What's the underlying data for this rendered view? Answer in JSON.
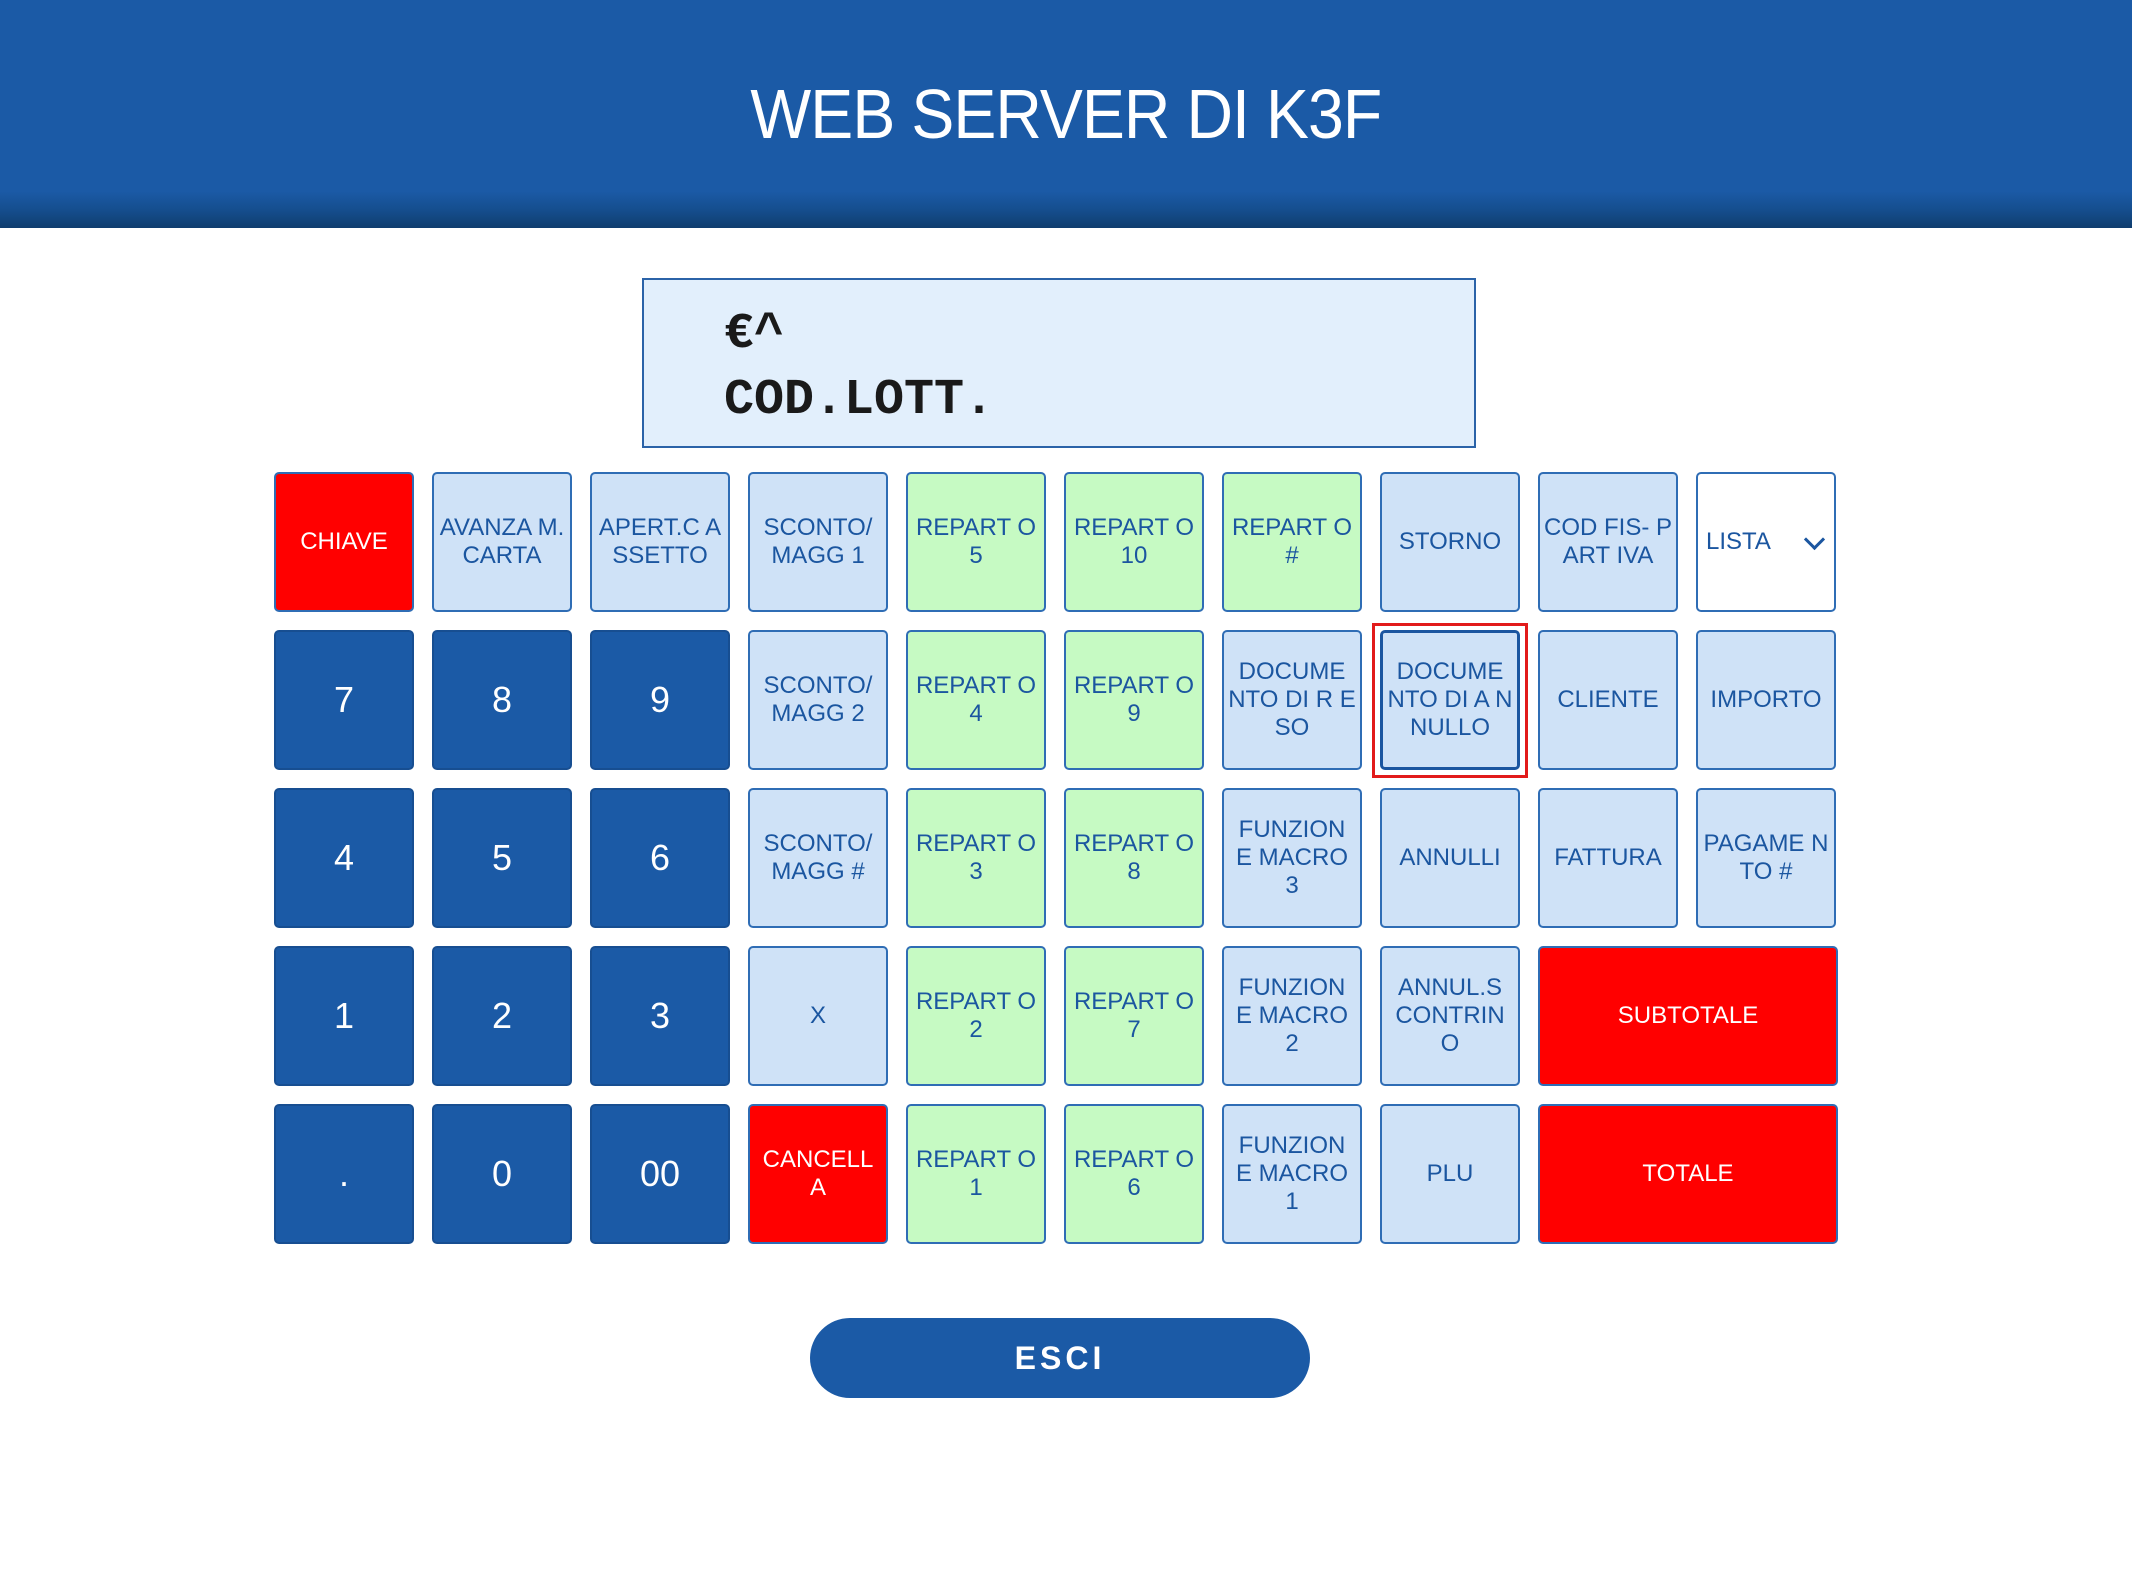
{
  "header": {
    "title": "WEB SERVER DI K3F"
  },
  "display": {
    "line1": "€^",
    "line2": "COD.LOTT."
  },
  "keys": {
    "chiave": "CHIAVE",
    "avanza_mcarta": "AVANZA M.CARTA",
    "apert_cassetto": "APERT.C ASSETTO",
    "sconto_magg_1": "SCONTO/ MAGG 1",
    "reparto_5": "REPART O 5",
    "reparto_10": "REPART O 10",
    "reparto_hash": "REPART O #",
    "storno": "STORNO",
    "cod_fis_part_iva": "COD FIS- PART IVA",
    "lista": "LISTA",
    "k7": "7",
    "k8": "8",
    "k9": "9",
    "sconto_magg_2": "SCONTO/ MAGG 2",
    "reparto_4": "REPART O 4",
    "reparto_9": "REPART O 9",
    "documento_reso": "DOCUME NTO DI R ESO",
    "documento_annullo": "DOCUME NTO DI A NNULLO",
    "cliente": "CLIENTE",
    "importo": "IMPORTO",
    "k4": "4",
    "k5": "5",
    "k6": "6",
    "sconto_magg_hash": "SCONTO/ MAGG #",
    "reparto_3": "REPART O 3",
    "reparto_8": "REPART O 8",
    "funzione_macro_3": "FUNZION E MACRO 3",
    "annulli": "ANNULLI",
    "fattura": "FATTURA",
    "pagamento_hash": "PAGAME NTO #",
    "k1": "1",
    "k2": "2",
    "k3": "3",
    "x": "X",
    "reparto_2": "REPART O 2",
    "reparto_7": "REPART O 7",
    "funzione_macro_2": "FUNZION E MACRO 2",
    "annul_scontrino": "ANNUL.S CONTRIN O",
    "subtotale": "SUBTOTALE",
    "dot": ".",
    "k0": "0",
    "k00": "00",
    "cancella": "CANCELL A",
    "reparto_1": "REPART O 1",
    "reparto_6": "REPART O 6",
    "funzione_macro_1": "FUNZION E MACRO 1",
    "plu": "PLU",
    "totale": "TOTALE"
  },
  "esci": "ESCI",
  "colors": {
    "brand_blue": "#1b5aa6",
    "light_key": "#cfe2f7",
    "green_key": "#c6fac3",
    "red_key": "#ff0000",
    "selection": "#e21b1b"
  }
}
